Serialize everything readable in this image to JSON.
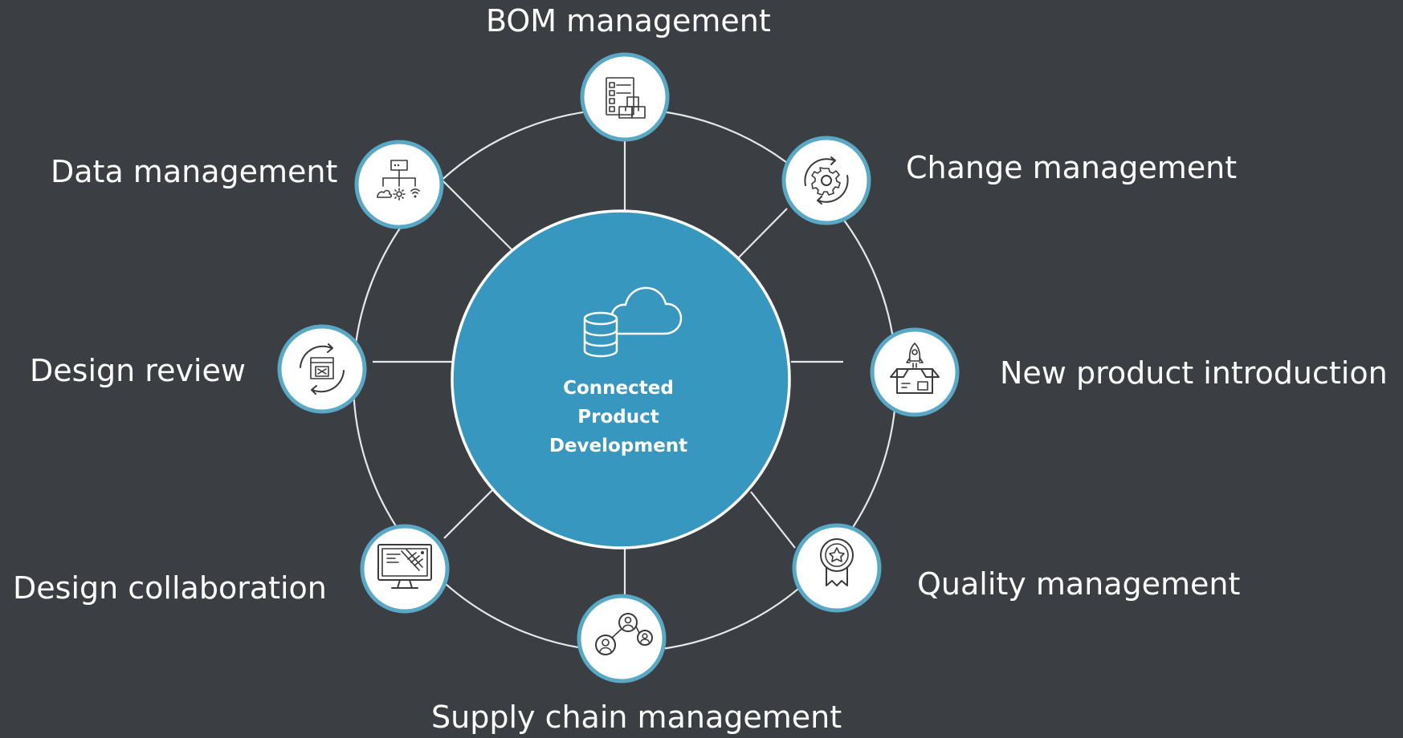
{
  "hub": {
    "title_lines": [
      "Connected",
      "Product",
      "Development"
    ],
    "icon": "cloud-database-icon"
  },
  "nodes": [
    {
      "label": "BOM management",
      "icon": "bom-checklist-boxes-icon"
    },
    {
      "label": "Change management",
      "icon": "gear-cycle-icon"
    },
    {
      "label": "New product introduction",
      "icon": "rocket-box-icon"
    },
    {
      "label": "Quality management",
      "icon": "quality-badge-icon"
    },
    {
      "label": "Supply chain management",
      "icon": "connected-people-icon"
    },
    {
      "label": "Design collaboration",
      "icon": "monitor-design-icon"
    },
    {
      "label": "Design review",
      "icon": "window-refresh-icon"
    },
    {
      "label": "Data management",
      "icon": "data-hierarchy-icon"
    }
  ],
  "colors": {
    "background": "#3b3e42",
    "hub": "#3897bf",
    "node_border": "#59a9c6",
    "lines": "#e6e8ea",
    "text": "#ffffff"
  }
}
